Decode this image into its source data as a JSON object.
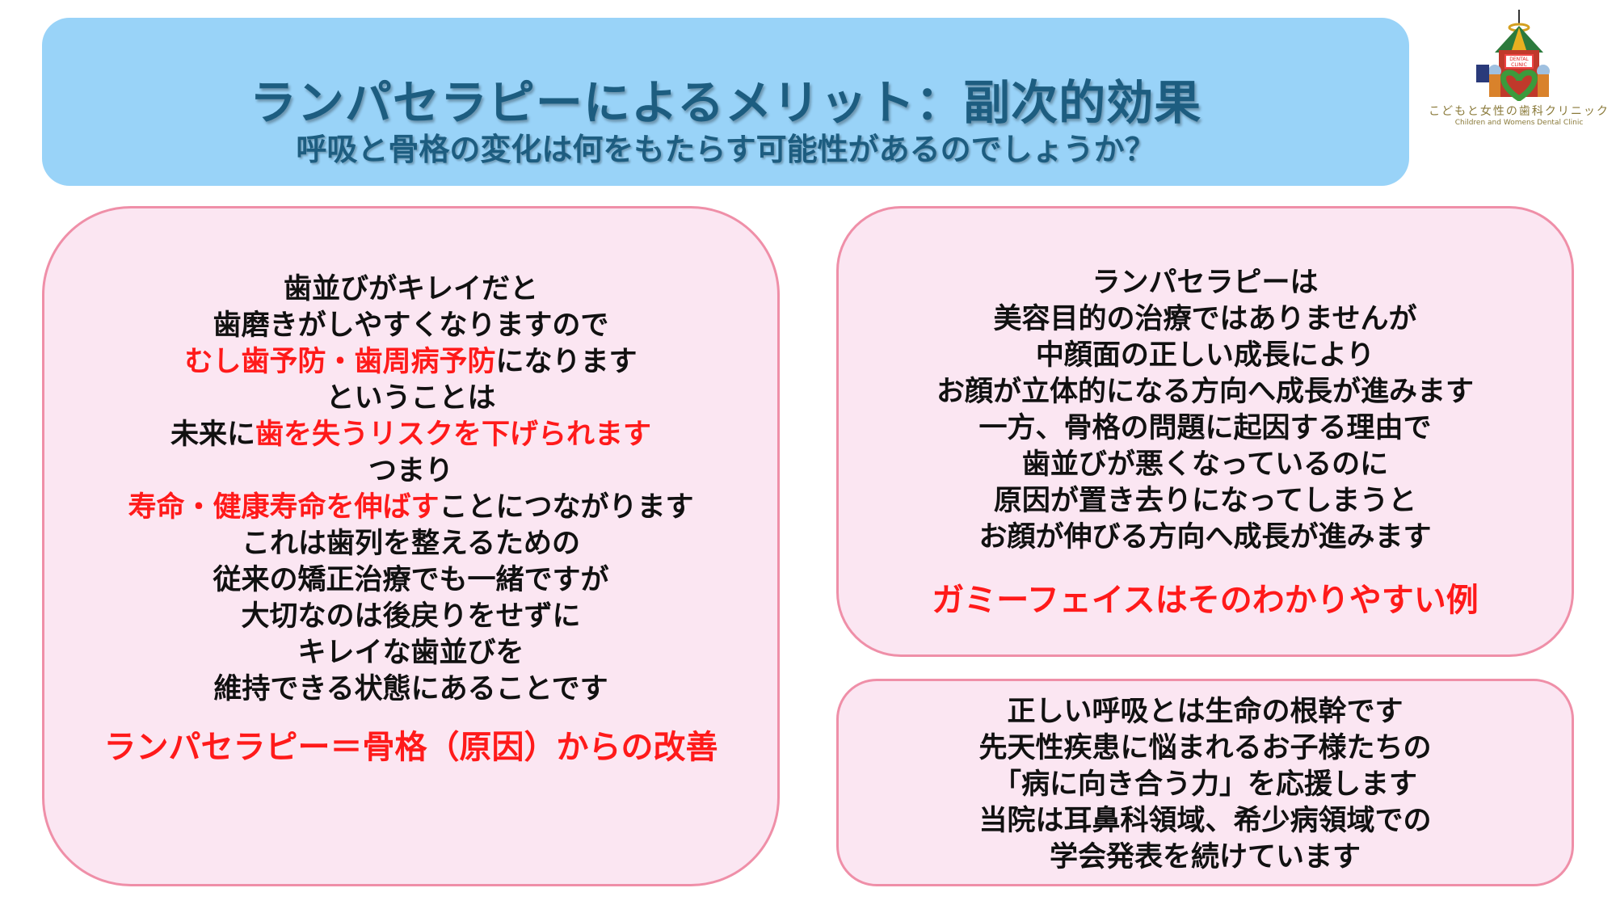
{
  "header": {
    "title": "ランパセラピーによるメリット：副次的効果",
    "subtitle": "呼吸と骨格の変化は何をもたらす可能性があるのでしょうか？"
  },
  "logo": {
    "sign_text": "DENTAL CLINIC",
    "name_jp": "こどもと女性の歯科クリニック",
    "name_en": "Children and Womens Dental Clinic"
  },
  "left_box": {
    "lines": [
      [
        {
          "t": "歯並びがキレイだと"
        }
      ],
      [
        {
          "t": "歯磨きがしやすくなりますので"
        }
      ],
      [
        {
          "t": "むし歯予防・歯周病予防",
          "red": true
        },
        {
          "t": "になります"
        }
      ],
      [
        {
          "t": "ということは"
        }
      ],
      [
        {
          "t": "未来に"
        },
        {
          "t": "歯を失うリスクを下げられます",
          "red": true
        }
      ],
      [
        {
          "t": "つまり"
        }
      ],
      [
        {
          "t": "寿命・健康寿命を伸ばす",
          "red": true
        },
        {
          "t": "ことにつながります"
        }
      ],
      [
        {
          "t": "これは歯列を整えるための"
        }
      ],
      [
        {
          "t": "従来の矯正治療でも一緒ですが"
        }
      ],
      [
        {
          "t": "大切なのは後戻りをせずに"
        }
      ],
      [
        {
          "t": "キレイな歯並びを"
        }
      ],
      [
        {
          "t": "維持できる状態にあることです"
        }
      ]
    ],
    "summary": "ランパセラピー＝骨格（原因）からの改善"
  },
  "right_top_box": {
    "lines": [
      "ランパセラピーは",
      "美容目的の治療ではありませんが",
      "中顔面の正しい成長により",
      "お顔が立体的になる方向へ成長が進みます",
      "一方、骨格の問題に起因する理由で",
      "歯並びが悪くなっているのに",
      "原因が置き去りになってしまうと",
      "お顔が伸びる方向へ成長が進みます"
    ],
    "summary": "ガミーフェイスはそのわかりやすい例"
  },
  "right_bottom_box": {
    "lines": [
      "正しい呼吸とは生命の根幹です",
      "先天性疾患に悩まれるお子様たちの",
      "「病に向き合う力」を応援します",
      "当院は耳鼻科領域、希少病領域での",
      "学会発表を続けています"
    ]
  },
  "colors": {
    "banner": "#99d3f8",
    "title": "#1d5d80",
    "box_bg": "#fbe6f2",
    "box_border": "#ef8fa8",
    "accent_red": "#ff1a1a"
  }
}
